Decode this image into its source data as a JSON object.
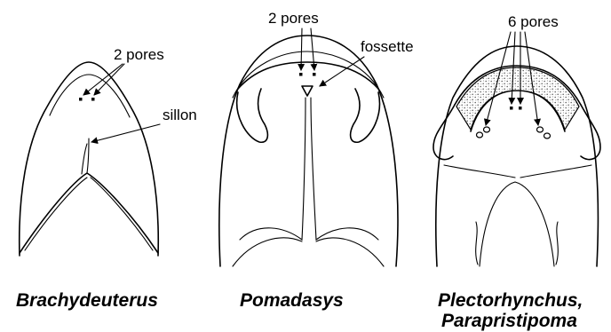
{
  "panels": [
    {
      "genus": "Brachydeuterus",
      "labels": [
        "2 pores",
        "sillon"
      ]
    },
    {
      "genus": "Pomadasys",
      "labels": [
        "2 pores",
        "fossette"
      ]
    },
    {
      "genus_lines": [
        "Plectorhynchus,",
        "Parapristipoma"
      ],
      "labels": [
        "6 pores"
      ]
    }
  ]
}
